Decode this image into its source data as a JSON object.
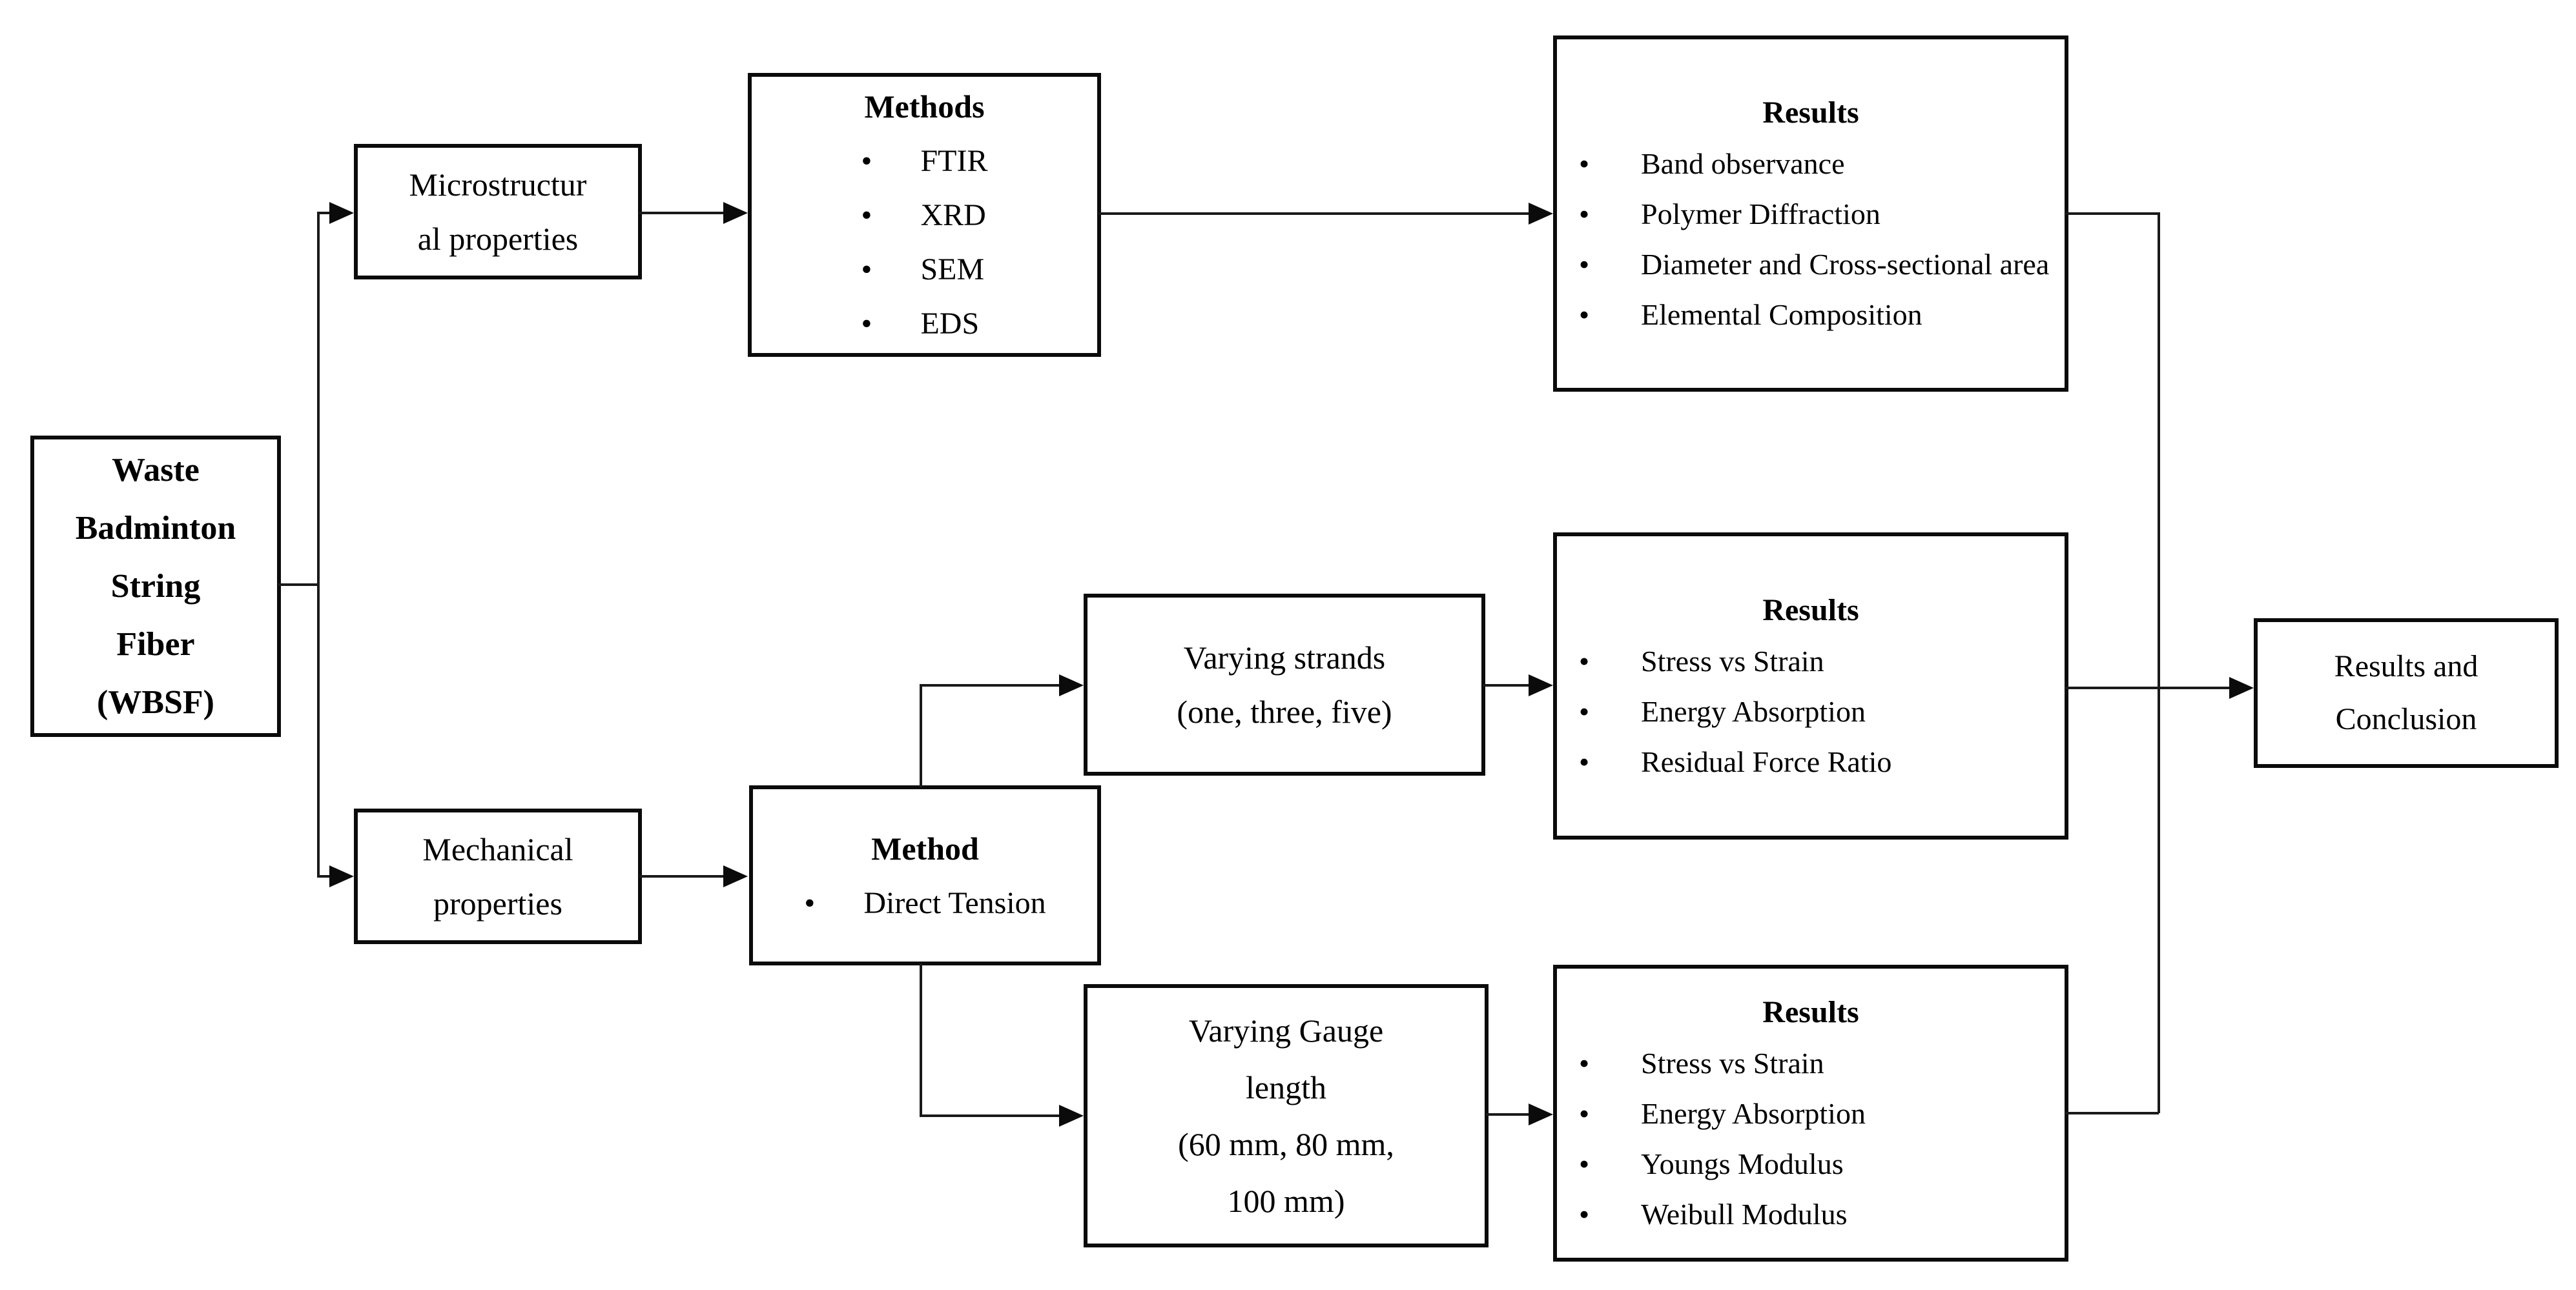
{
  "diagram": {
    "bullet": "•",
    "colors": {
      "background": "#ffffff",
      "box_border": "#0b0b0b",
      "connector_line": "#1a1a1a",
      "text": "#000000"
    },
    "nodes": {
      "wbsf": {
        "label": "Waste Badminton String Fiber (WBSF)",
        "lines": [
          "Waste",
          "Badminton",
          "String",
          "Fiber",
          "(WBSF)"
        ]
      },
      "microstructural": {
        "label": "Microstructural properties",
        "lines": [
          "Microstructur",
          "al properties"
        ]
      },
      "methods": {
        "title": "Methods",
        "items": [
          "FTIR",
          "XRD",
          "SEM",
          "EDS"
        ]
      },
      "results_microstructural": {
        "title": "Results",
        "items": [
          "Band observance",
          "Polymer Diffraction",
          "Diameter and Cross-sectional area",
          "Elemental Composition"
        ]
      },
      "varying_strands": {
        "label": "Varying strands (one, three, five)",
        "lines": [
          "Varying strands",
          "(one, three, five)"
        ]
      },
      "results_strands": {
        "title": "Results",
        "items": [
          "Stress vs Strain",
          "Energy Absorption",
          "Residual Force Ratio"
        ]
      },
      "mechanical": {
        "label": "Mechanical properties",
        "lines": [
          "Mechanical",
          "properties"
        ]
      },
      "method": {
        "title": "Method",
        "items": [
          "Direct Tension"
        ]
      },
      "varying_gauge": {
        "label": "Varying Gauge length (60 mm, 80 mm, 100 mm)",
        "lines": [
          "Varying Gauge",
          "length",
          "(60 mm, 80 mm,",
          "100 mm)"
        ]
      },
      "results_gauge": {
        "title": "Results",
        "items": [
          "Stress vs Strain",
          "Energy Absorption",
          "Youngs Modulus",
          "Weibull Modulus"
        ]
      },
      "conclusion": {
        "label": "Results and Conclusion",
        "lines": [
          "Results and",
          "Conclusion"
        ]
      }
    }
  }
}
